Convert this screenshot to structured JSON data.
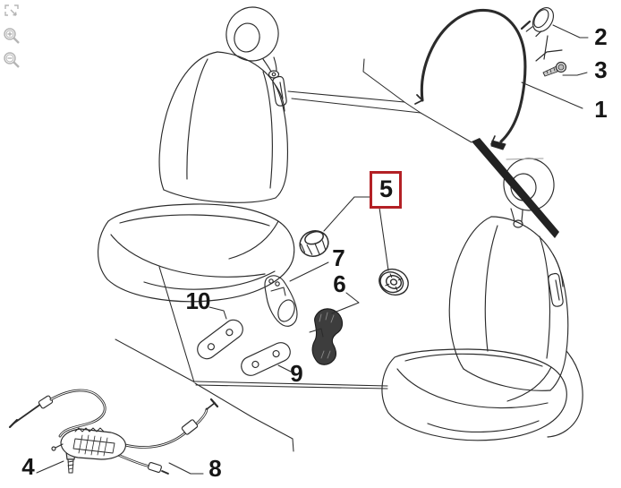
{
  "app": {
    "type": "parts-diagram-viewer"
  },
  "toolbar": {
    "icon_color": "#b5b5b5",
    "buttons": [
      {
        "name": "pan-select",
        "tooltip": "select region"
      },
      {
        "name": "zoom-in",
        "tooltip": "zoom in"
      },
      {
        "name": "zoom-out",
        "tooltip": "zoom out"
      }
    ]
  },
  "diagram": {
    "description": "Exploded black-and-white line drawing of two car seats with ring headrests, seat-back release cables, levers, knobs, spacer plates and fixing screws",
    "style": {
      "background": "#ffffff",
      "line_color": "#2b2b2b",
      "highlight_color": "#b32025"
    },
    "callouts": [
      {
        "number": "1",
        "highlighted": false
      },
      {
        "number": "2",
        "highlighted": false
      },
      {
        "number": "3",
        "highlighted": false
      },
      {
        "number": "4",
        "highlighted": false
      },
      {
        "number": "5",
        "highlighted": true
      },
      {
        "number": "6",
        "highlighted": false
      },
      {
        "number": "7",
        "highlighted": false
      },
      {
        "number": "8",
        "highlighted": false
      },
      {
        "number": "9",
        "highlighted": false
      },
      {
        "number": "10",
        "highlighted": false
      }
    ]
  }
}
